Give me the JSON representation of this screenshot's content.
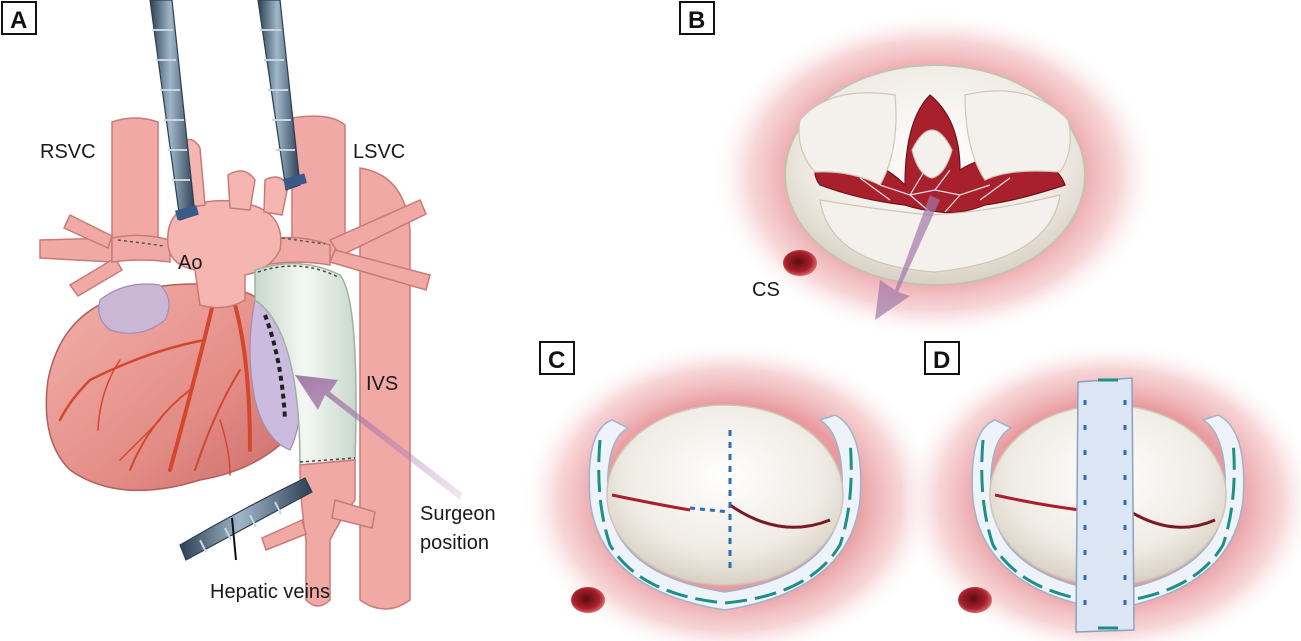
{
  "panels": {
    "a": {
      "letter": "A"
    },
    "b": {
      "letter": "B"
    },
    "c": {
      "letter": "C"
    },
    "d": {
      "letter": "D"
    }
  },
  "labels": {
    "rsvc": "RSVC",
    "lsvc": "LSVC",
    "ao": "Ao",
    "ivs": "IVS",
    "surgeon_line1": "Surgeon",
    "surgeon_line2": "position",
    "hepatic": "Hepatic veins",
    "cs": "CS"
  },
  "colors": {
    "vessel": "#f1a9a6",
    "vessel_dark": "#d9827f",
    "heart": "#e89089",
    "artery": "#d2472e",
    "baffle": "#e3ece2",
    "atrium_glow": "#e8a3a6",
    "valve": "#f2efe9",
    "valve_shadow": "#d9d3c8",
    "blood": "#a8202c",
    "suture_green": "#1f8f85",
    "suture_blue": "#2c6fb4",
    "patch": "#dce6f4",
    "arrow": "#a378a8",
    "cannula": "#4f6f8c"
  }
}
